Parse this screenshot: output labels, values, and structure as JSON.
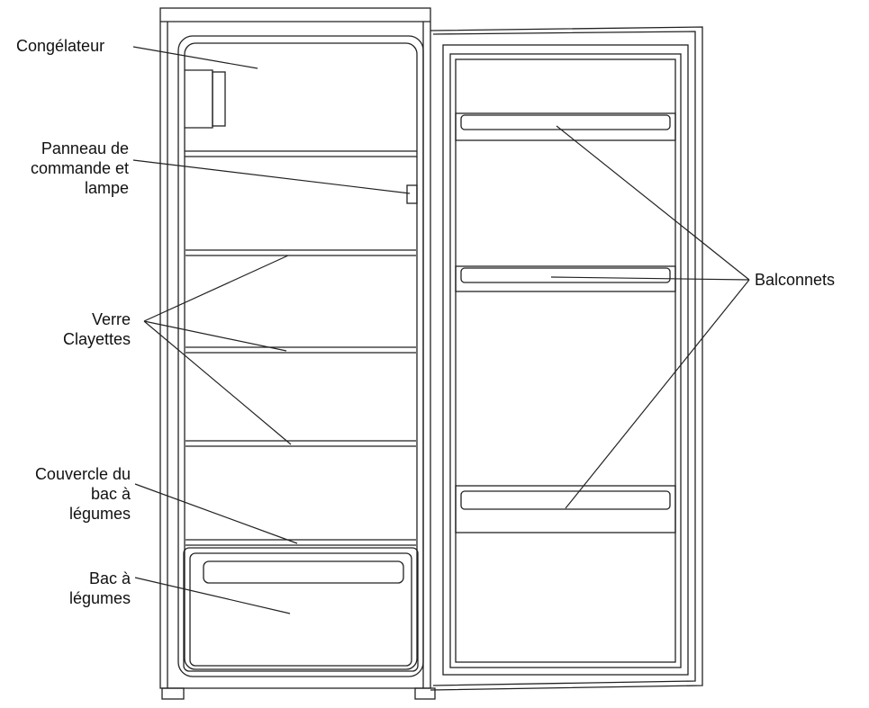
{
  "labels": {
    "freezer": "Congélateur",
    "control_panel": [
      "Panneau de",
      "commande et",
      "lampe"
    ],
    "glass_shelves": [
      "Verre",
      "Clayettes"
    ],
    "crisper_cover": [
      "Couvercle du",
      "bac à",
      "légumes"
    ],
    "crisper": [
      "Bac à",
      "légumes"
    ],
    "door_balconies": "Balconnets"
  },
  "colors": {
    "line": "#222222",
    "text": "#111111",
    "background": "#ffffff"
  }
}
